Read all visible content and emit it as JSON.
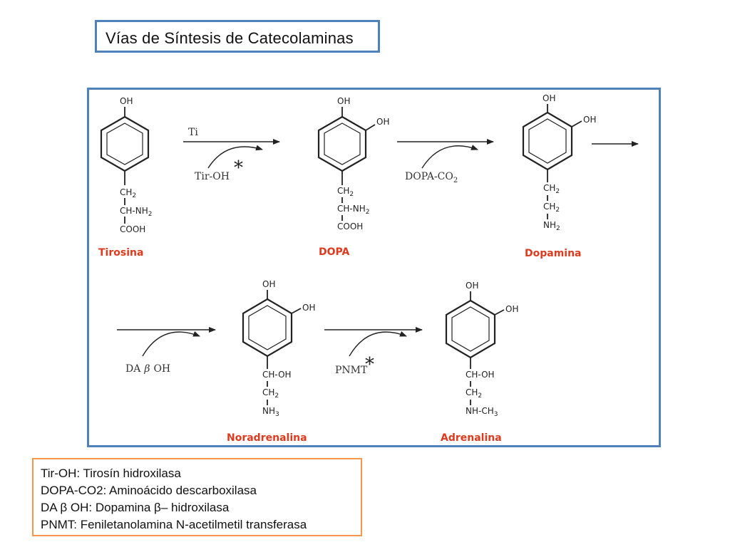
{
  "title": "Vías de Síntesis de Catecolaminas",
  "compounds": {
    "tirosina": {
      "name": "Tirosina",
      "top_group": "OH",
      "chain": [
        "CH",
        "CH-NH",
        "COOH"
      ],
      "chain_sub": [
        "2",
        "2",
        ""
      ]
    },
    "dopa": {
      "name": "DOPA",
      "top_group": "OH",
      "side_group": "OH",
      "chain": [
        "CH",
        "CH-NH",
        "COOH"
      ],
      "chain_sub": [
        "2",
        "2",
        ""
      ]
    },
    "dopamina": {
      "name": "Dopamina",
      "top_group": "OH",
      "side_group": "OH",
      "chain": [
        "CH",
        "CH",
        "NH"
      ],
      "chain_sub": [
        "2",
        "2",
        "2"
      ]
    },
    "noradrenalina": {
      "name": "Noradrenalina",
      "top_group": "OH",
      "side_group": "OH",
      "chain": [
        "CH-OH",
        "CH",
        "NH"
      ],
      "chain_sub": [
        "",
        "2",
        "3"
      ]
    },
    "adrenalina": {
      "name": "Adrenalina",
      "top_group": "OH",
      "side_group": "OH",
      "chain": [
        "CH-OH",
        "CH",
        "NH-CH"
      ],
      "chain_sub": [
        "",
        "2",
        "3"
      ]
    }
  },
  "steps": {
    "step1": {
      "cofactor": "Ti",
      "enzyme": "Tir-OH",
      "marked": "*"
    },
    "step2": {
      "enzyme_main": "DOPA-CO",
      "enzyme_sub": "2"
    },
    "step4": {
      "enzyme_a": "DA",
      "enzyme_beta": "β",
      "enzyme_b": "OH"
    },
    "step5": {
      "enzyme": "PNMT",
      "marked": "*"
    }
  },
  "legend": [
    "Tir-OH: Tirosín hidroxilasa",
    "DOPA-CO2: Aminoácido descarboxilasa",
    "DA β OH: Dopamina β– hidroxilasa",
    "PNMT: Feniletanolamina N-acetilmetil transferasa"
  ],
  "colors": {
    "frame": "#4f81bd",
    "legend_border": "#f79646",
    "compound_name": "#e03a1e"
  }
}
